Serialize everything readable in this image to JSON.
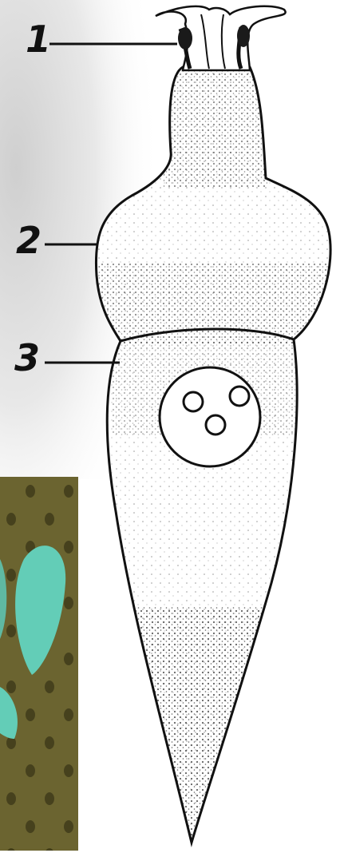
{
  "labels": {
    "l1": "1",
    "l2": "2",
    "l3": "3"
  },
  "colors": {
    "outline": "#111111",
    "stipple": "#3a3a3a",
    "background_left_top": "#dadada",
    "inset_bg": "#6b6430",
    "inset_leaf": "#63cdb7"
  }
}
